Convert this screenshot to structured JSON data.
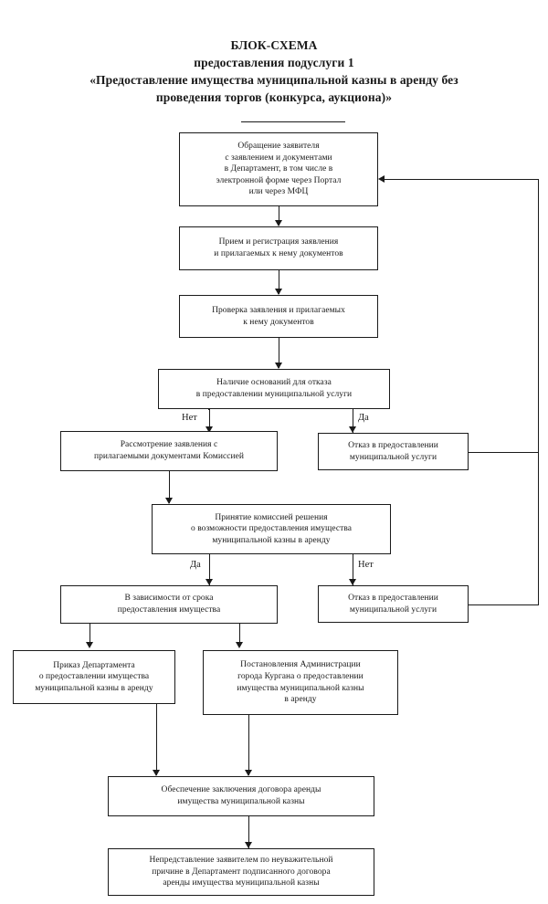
{
  "title": {
    "line1": "БЛОК-СХЕМА",
    "line2": "предоставления подуслуги 1",
    "line3": "«Предоставление имущества муниципальной казны в аренду без",
    "line4": "проведения торгов (конкурса, аукциона)»"
  },
  "colors": {
    "stroke": "#1a1a1a",
    "background": "#ffffff",
    "text": "#1a1a1a"
  },
  "chart_data": {
    "type": "diagram",
    "diagram_kind": "flowchart",
    "orientation": "top-to-bottom",
    "title": "БЛОК-СХЕМА предоставления подуслуги 1 «Предоставление имущества муниципальной казны в аренду без проведения торгов (конкурса, аукциона)»",
    "nodes": [
      {
        "id": "n1",
        "label": "Обращение заявителя\nс заявлением и документами\nв Департамент, в том числе в\nэлектронной форме через Портал\nили через МФЦ"
      },
      {
        "id": "n2",
        "label": "Прием и регистрация заявления\nи прилагаемых к нему документов"
      },
      {
        "id": "n3",
        "label": "Проверка заявления и прилагаемых\nк нему документов"
      },
      {
        "id": "n4",
        "label": "Наличие оснований для отказа\nв предоставлении муниципальной услуги"
      },
      {
        "id": "n5",
        "label": "Рассмотрение заявления с\nприлагаемыми документами Комиссией"
      },
      {
        "id": "n6",
        "label": "Отказ в предоставлении\nмуниципальной услуги"
      },
      {
        "id": "n7",
        "label": "Принятие комиссией решения\nо возможности предоставления имущества\nмуниципальной казны в аренду"
      },
      {
        "id": "n8",
        "label": "В зависимости от срока\nпредоставления имущества"
      },
      {
        "id": "n9",
        "label": "Отказ в предоставлении\nмуниципальной услуги"
      },
      {
        "id": "n10",
        "label": "Приказ Департамента\nо предоставлении имущества\nмуниципальной казны в аренду"
      },
      {
        "id": "n11",
        "label": "Постановления Администрации\nгорода Кургана о предоставлении\nимущества муниципальной казны\nв аренду"
      },
      {
        "id": "n12",
        "label": "Обеспечение заключения договора аренды\nимущества муниципальной казны"
      },
      {
        "id": "n13",
        "label": "Непредставление заявителем по неуважительной\nпричине в Департамент подписанного договора\nаренды имущества муниципальной казны"
      }
    ],
    "edges": [
      {
        "from": "n1",
        "to": "n2",
        "label": ""
      },
      {
        "from": "n2",
        "to": "n3",
        "label": ""
      },
      {
        "from": "n3",
        "to": "n4",
        "label": ""
      },
      {
        "from": "n4",
        "to": "n5",
        "label": "Нет"
      },
      {
        "from": "n4",
        "to": "n6",
        "label": "Да"
      },
      {
        "from": "n5",
        "to": "n7",
        "label": ""
      },
      {
        "from": "n7",
        "to": "n8",
        "label": "Да"
      },
      {
        "from": "n7",
        "to": "n9",
        "label": "Нет"
      },
      {
        "from": "n8",
        "to": "n10",
        "label": ""
      },
      {
        "from": "n8",
        "to": "n11",
        "label": ""
      },
      {
        "from": "n10",
        "to": "n12",
        "label": ""
      },
      {
        "from": "n11",
        "to": "n12",
        "label": ""
      },
      {
        "from": "n12",
        "to": "n13",
        "label": ""
      },
      {
        "from": "n6",
        "to": "n1",
        "label": ""
      },
      {
        "from": "n9",
        "to": "n1",
        "label": ""
      }
    ],
    "branch_labels": [
      "Нет",
      "Да",
      "Да",
      "Нет"
    ]
  },
  "nodes": {
    "n1": "Обращение заявителя\nс заявлением и документами\nв Департамент, в том числе в\nэлектронной форме через Портал\nили через МФЦ",
    "n2": "Прием и регистрация заявления\nи прилагаемых к нему документов",
    "n3": "Проверка заявления и прилагаемых\nк нему документов",
    "n4": "Наличие оснований для отказа\nв предоставлении муниципальной услуги",
    "n5": "Рассмотрение заявления с\nприлагаемыми документами Комиссией",
    "n6": "Отказ в предоставлении\nмуниципальной услуги",
    "n7": "Принятие комиссией решения\nо возможности предоставления имущества\nмуниципальной казны в аренду",
    "n8": "В зависимости от срока\nпредоставления имущества",
    "n9": "Отказ в предоставлении\nмуниципальной услуги",
    "n10": "Приказ Департамента\nо предоставлении имущества\nмуниципальной казны в аренду",
    "n11": "Постановления Администрации\nгорода Кургана о предоставлении\nимущества муниципальной казны\nв аренду",
    "n12": "Обеспечение заключения договора аренды\nимущества муниципальной казны",
    "n13": "Непредставление заявителем по неуважительной\nпричине в Департамент подписанного договора\nаренды имущества муниципальной казны"
  },
  "branches": {
    "b1_no": "Нет",
    "b1_yes": "Да",
    "b2_yes": "Да",
    "b2_no": "Нет"
  }
}
